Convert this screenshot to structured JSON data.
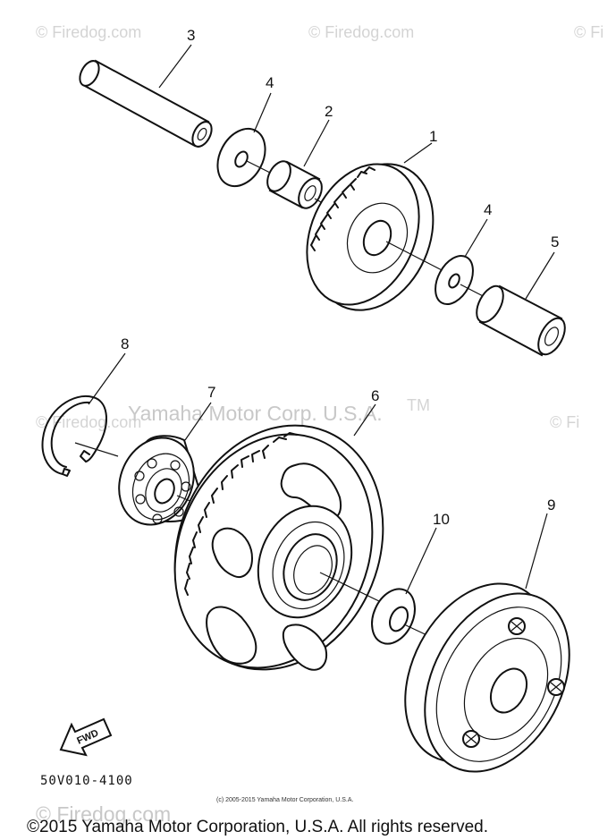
{
  "watermarks": {
    "site": "© Firedog.com",
    "site_cut": "© Fi",
    "center": "Yamaha Motor Corp. U.S.A.",
    "tm": "TM"
  },
  "callouts": [
    "1",
    "2",
    "3",
    "4",
    "4",
    "5",
    "6",
    "7",
    "8",
    "9",
    "10"
  ],
  "fwd_label": "FWD",
  "part_number": "50V010-4100",
  "copyright_small": "(c) 2005-2015 Yamaha Motor Corporation, U.S.A.",
  "copyright_main": "©2015 Yamaha Motor Corporation, U.S.A. All rights reserved.",
  "footer_watermark": "© Firedog.com"
}
